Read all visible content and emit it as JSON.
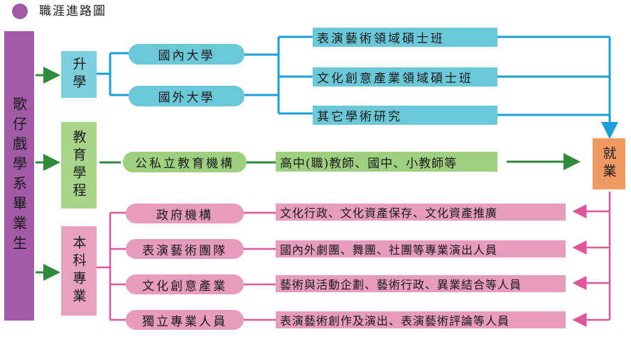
{
  "title": "職涯進路圖",
  "colors": {
    "purple": "#a25aa6",
    "teal": "#1a9fd6",
    "green": "#2e8b3a",
    "pink": "#e0569a",
    "orange": "#f09a63"
  },
  "source": {
    "label": "歌仔戲學系畢業生"
  },
  "tracks": {
    "further_study": {
      "label": "升學",
      "schools": [
        "國內大學",
        "國外大學"
      ],
      "outcomes": [
        "表演藝術領域碩士班",
        "文化創意產業領域碩士班",
        "其它學術研究"
      ]
    },
    "education": {
      "label": "教育學程",
      "institution": "公私立教育機構",
      "outcome": "高中(職)教師、國中、小教師等"
    },
    "major": {
      "label": "本科專業",
      "roles": [
        {
          "name": "政府機構",
          "outcome": "文化行政、文化資產保存、文化資產推廣"
        },
        {
          "name": "表演藝術團隊",
          "outcome": "國內外劇團、舞團、社團等專業演出人員"
        },
        {
          "name": "文化創意產業",
          "outcome": "藝術與活動企劃、藝術行政、異業結合等人員"
        },
        {
          "name": "獨立專業人員",
          "outcome": "表演藝術創作及演出、表演藝術評論等人員"
        }
      ]
    }
  },
  "employment": {
    "label": "就業"
  }
}
